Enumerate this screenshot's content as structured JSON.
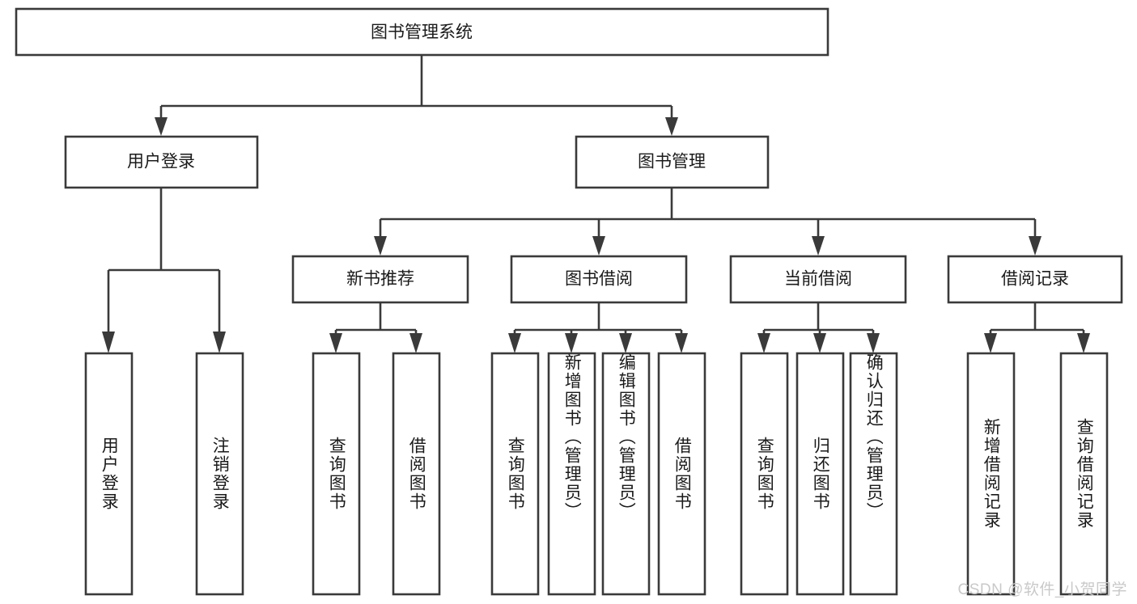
{
  "diagram": {
    "title": "图书管理系统",
    "type": "tree-hierarchy-diagram",
    "colors": {
      "box_stroke": "#3a3a3a",
      "box_fill": "#ffffff",
      "text": "#1a1a1a",
      "background": "#ffffff",
      "watermark": "#c9c9c9"
    },
    "root": {
      "label": "图书管理系统"
    },
    "level2": [
      {
        "label": "用户登录"
      },
      {
        "label": "图书管理"
      }
    ],
    "level3": [
      {
        "label": "新书推荐"
      },
      {
        "label": "图书借阅"
      },
      {
        "label": "当前借阅"
      },
      {
        "label": "借阅记录"
      }
    ],
    "leaves": {
      "user_login": [
        {
          "label": "用户登录"
        },
        {
          "label": "注销登录"
        }
      ],
      "new_book_recommend": [
        {
          "label": "查询图书"
        },
        {
          "label": "借阅图书"
        }
      ],
      "book_borrow": [
        {
          "label": "查询图书"
        },
        {
          "label": "新增图书（管理员）"
        },
        {
          "label": "编辑图书（管理员）"
        },
        {
          "label": "借阅图书"
        }
      ],
      "current_borrow": [
        {
          "label": "查询图书"
        },
        {
          "label": "归还图书"
        },
        {
          "label": "确认归还（管理员）"
        }
      ],
      "borrow_record": [
        {
          "label": "新增借阅记录"
        },
        {
          "label": "查询借阅记录"
        }
      ]
    },
    "watermark": "CSDN @软件_小贺同学"
  }
}
